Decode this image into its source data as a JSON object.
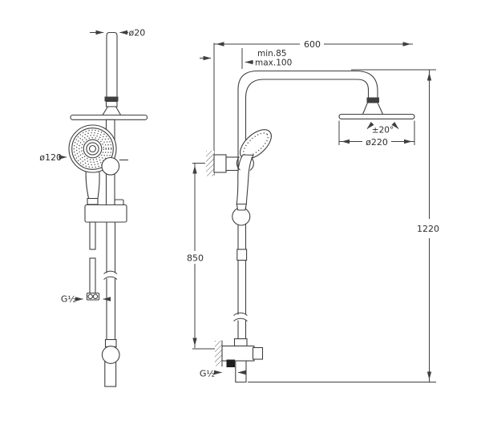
{
  "views": {
    "front": {
      "labels": {
        "pipe_dia": "ø20",
        "hand_shower_dia": "ø120",
        "hose_thread": "G½"
      }
    },
    "side": {
      "labels": {
        "arm_width": "600",
        "offset_min": "min.85",
        "offset_max": "max.100",
        "head_tilt": "±20°",
        "head_dia": "ø220",
        "bracket_height": "850",
        "total_height": "1220",
        "inlet_thread": "G½"
      }
    }
  },
  "colors": {
    "line": "#3f3f3f",
    "text": "#2e2e2e",
    "background": "#ffffff"
  }
}
